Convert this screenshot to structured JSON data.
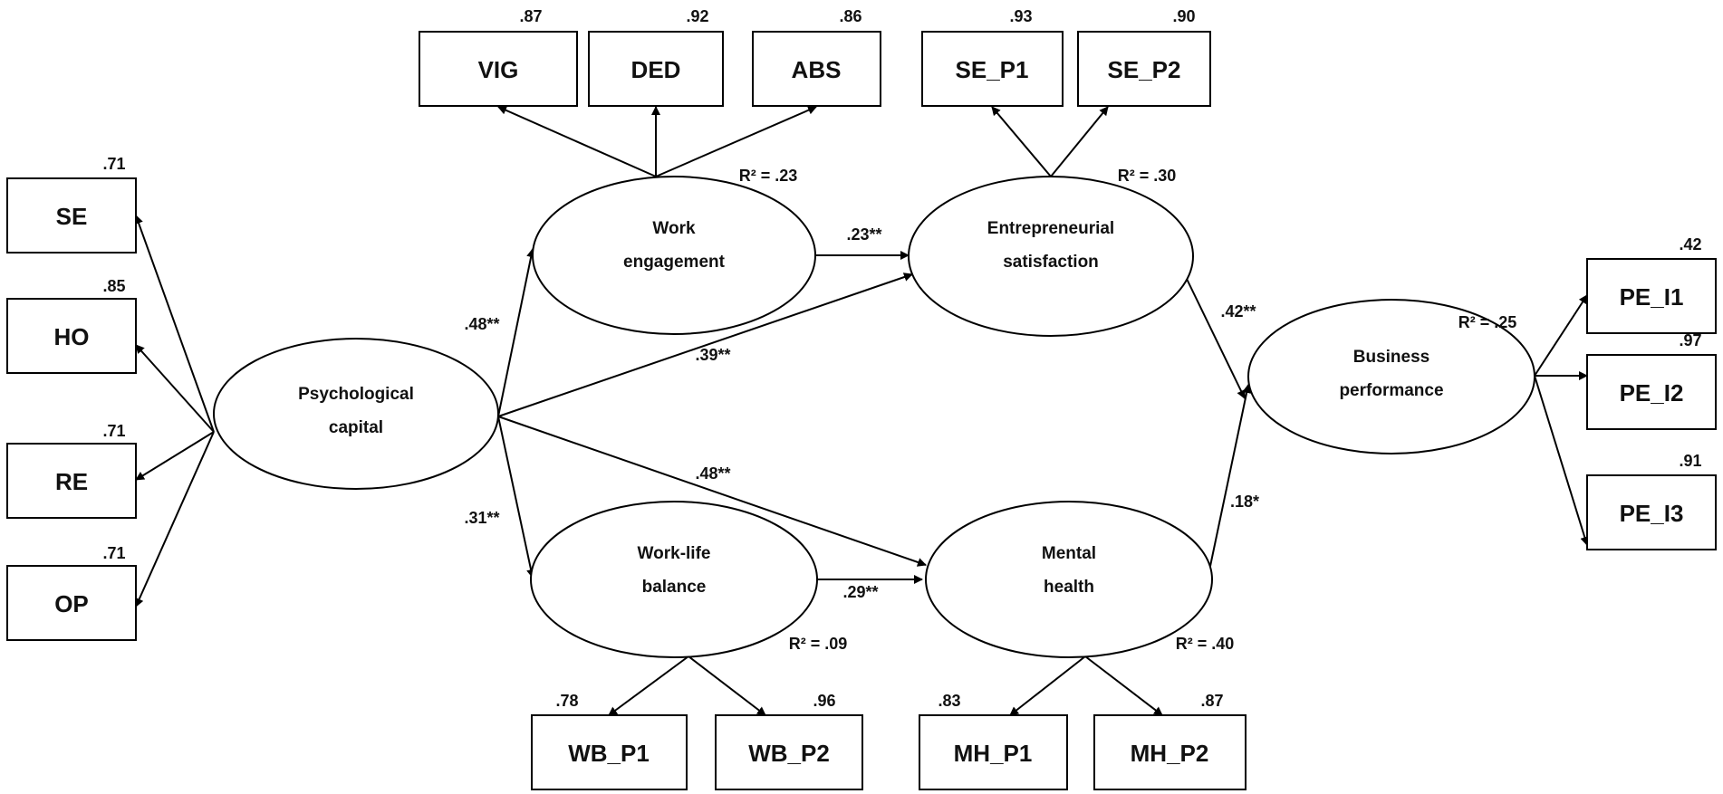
{
  "boxes": {
    "vig": "VIG",
    "ded": "DED",
    "abs": "ABS",
    "se_p1": "SE_P1",
    "se_p2": "SE_P2",
    "se": "SE",
    "ho": "HO",
    "re": "RE",
    "op": "OP",
    "pe_i1": "PE_I1",
    "pe_i2": "PE_I2",
    "pe_i3": "PE_I3",
    "wb_p1": "WB_P1",
    "wb_p2": "WB_P2",
    "mh_p1": "MH_P1",
    "mh_p2": "MH_P2"
  },
  "loadings": {
    "vig": ".87",
    "ded": ".92",
    "abs": ".86",
    "se_p1": ".93",
    "se_p2": ".90",
    "se": ".71",
    "ho": ".85",
    "re": ".71",
    "op": ".71",
    "pe_i1": ".42",
    "pe_i2": ".97",
    "pe_i3": ".91",
    "wb_p1": ".78",
    "wb_p2": ".96",
    "mh_p1": ".83",
    "mh_p2": ".87"
  },
  "constructs": {
    "psycap": [
      "Psychological",
      "capital"
    ],
    "work_engagement": [
      "Work",
      "engagement"
    ],
    "entrepreneurial_satisfaction": [
      "Entrepreneurial",
      "satisfaction"
    ],
    "business_performance": [
      "Business",
      "performance"
    ],
    "work_life_balance": [
      "Work-life",
      "balance"
    ],
    "mental_health": [
      "Mental",
      "health"
    ]
  },
  "r_squared": {
    "work_engagement": "R² = .23",
    "entrepreneurial_satisfaction": "R² = .30",
    "business_performance": "R² = .25",
    "work_life_balance": "R² = .09",
    "mental_health": "R² = .40"
  },
  "paths": {
    "psycap_to_we": ".48**",
    "psycap_to_es": ".39**",
    "psycap_to_mh": ".48**",
    "psycap_to_wlb": ".31**",
    "we_to_es": ".23**",
    "wlb_to_mh": ".29**",
    "es_to_bp": ".42**",
    "mh_to_bp": ".18*"
  }
}
